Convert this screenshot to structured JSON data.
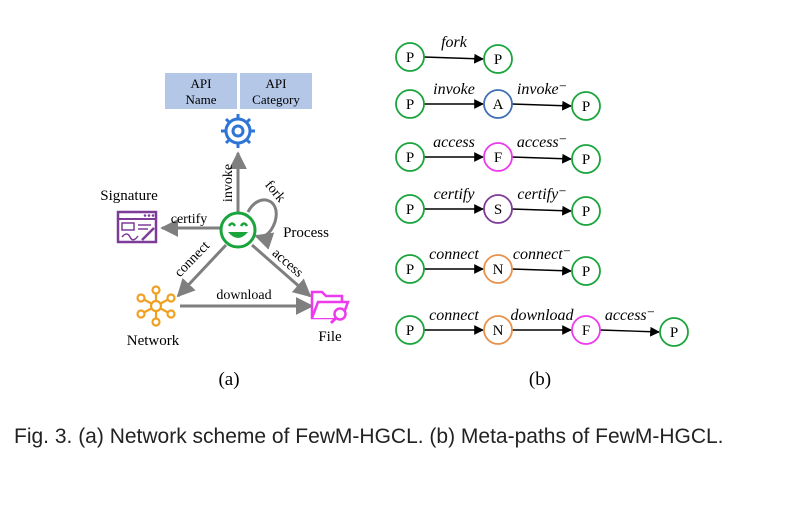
{
  "panel_a": {
    "api_name": [
      "API",
      "Name"
    ],
    "api_category": [
      "API",
      "Category"
    ],
    "labels": {
      "signature": "Signature",
      "process": "Process",
      "network": "Network",
      "file": "File"
    },
    "edges": {
      "invoke": "invoke",
      "fork": "fork",
      "certify": "certify",
      "connect": "connect",
      "access": "access",
      "download": "download"
    },
    "sublabel": "(a)"
  },
  "panel_b": {
    "sublabel": "(b)",
    "rows": [
      {
        "nodes": [
          "P",
          "P"
        ],
        "edges": [
          "fork"
        ]
      },
      {
        "nodes": [
          "P",
          "A",
          "P"
        ],
        "edges": [
          "invoke",
          "invoke⁻"
        ]
      },
      {
        "nodes": [
          "P",
          "F",
          "P"
        ],
        "edges": [
          "access",
          "access⁻"
        ]
      },
      {
        "nodes": [
          "P",
          "S",
          "P"
        ],
        "edges": [
          "certify",
          "certify⁻"
        ]
      },
      {
        "nodes": [
          "P",
          "N",
          "P"
        ],
        "edges": [
          "connect",
          "connect⁻"
        ]
      },
      {
        "nodes": [
          "P",
          "N",
          "F",
          "P"
        ],
        "edges": [
          "connect",
          "download",
          "access⁻"
        ]
      }
    ]
  },
  "caption": "Fig. 3. (a) Network scheme of FewM-HGCL. (b) Meta-paths of FewM-HGCL.",
  "colors": {
    "P": "#1aa53c",
    "A": "#3f6fb5",
    "F": "#ee3aee",
    "S": "#7d3c98",
    "N": "#e8914a",
    "gray": "#7f7f7f",
    "box": "#b4c7e7"
  }
}
